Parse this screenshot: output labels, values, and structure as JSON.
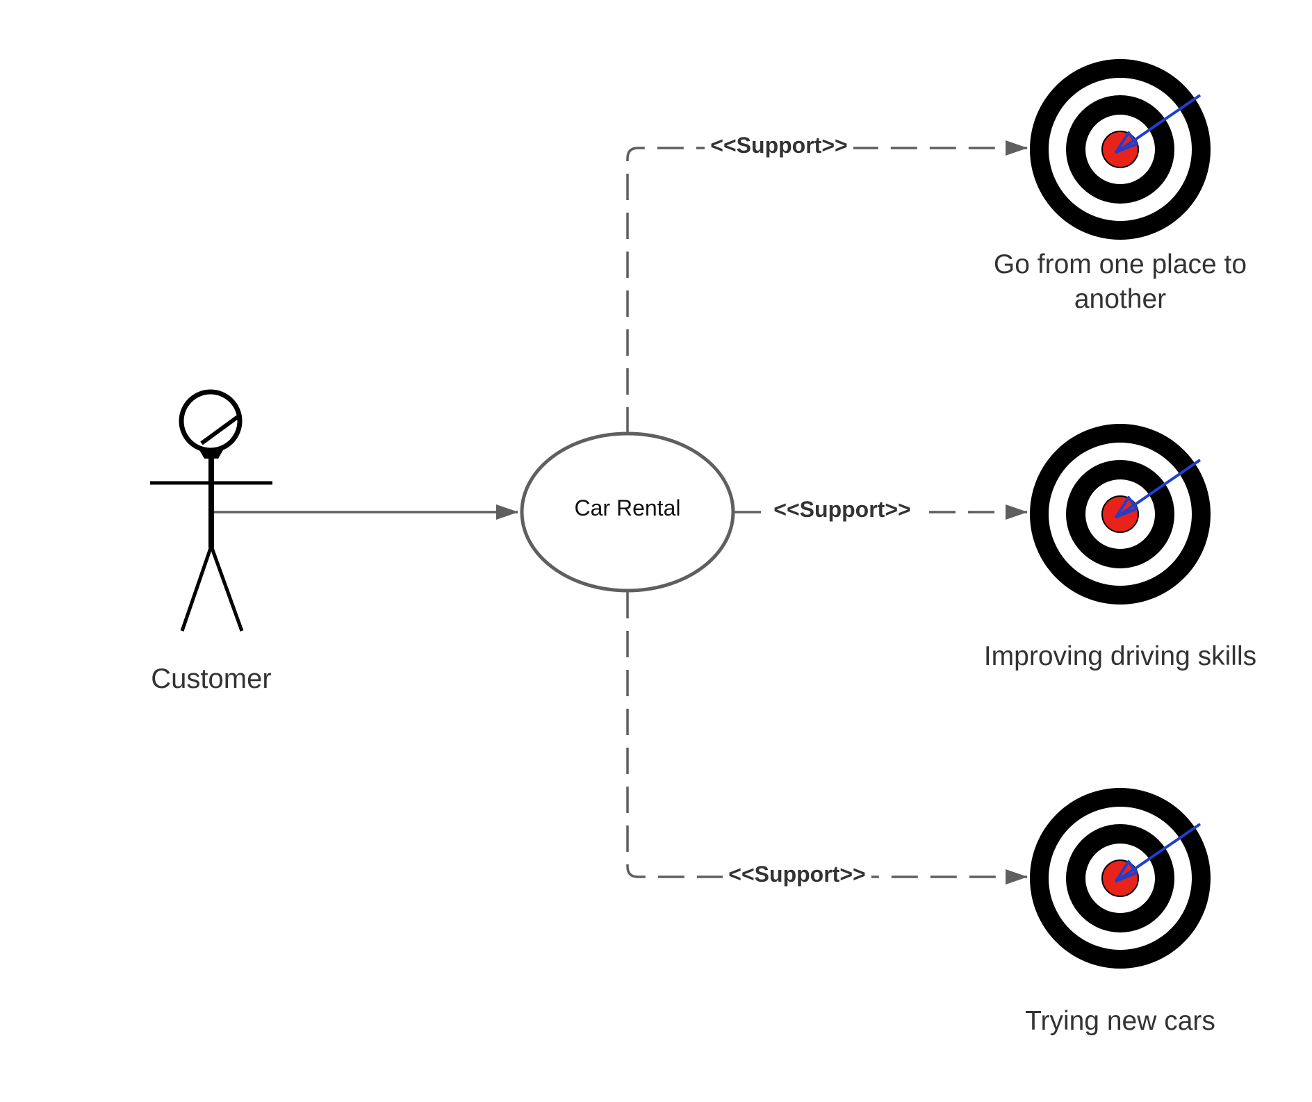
{
  "actor": {
    "label": "Customer"
  },
  "use_case": {
    "label": "Car Rental"
  },
  "relationships": [
    {
      "stereotype": "<<Support>>",
      "target": "Go from one place to another"
    },
    {
      "stereotype": "<<Support>>",
      "target": "Improving driving skills"
    },
    {
      "stereotype": "<<Support>>",
      "target": "Trying new cars"
    }
  ],
  "goals": [
    {
      "label_lines": [
        "Go from one place to",
        "another"
      ],
      "icon": "target-icon"
    },
    {
      "label_lines": [
        "Improving driving skills"
      ],
      "icon": "target-icon"
    },
    {
      "label_lines": [
        "Trying new cars"
      ],
      "icon": "target-icon"
    }
  ],
  "colors": {
    "connector": "#5f5f5f",
    "target_ring": "#000000",
    "bullseye": "#e8231a",
    "arrow": "#1f3fcf"
  }
}
